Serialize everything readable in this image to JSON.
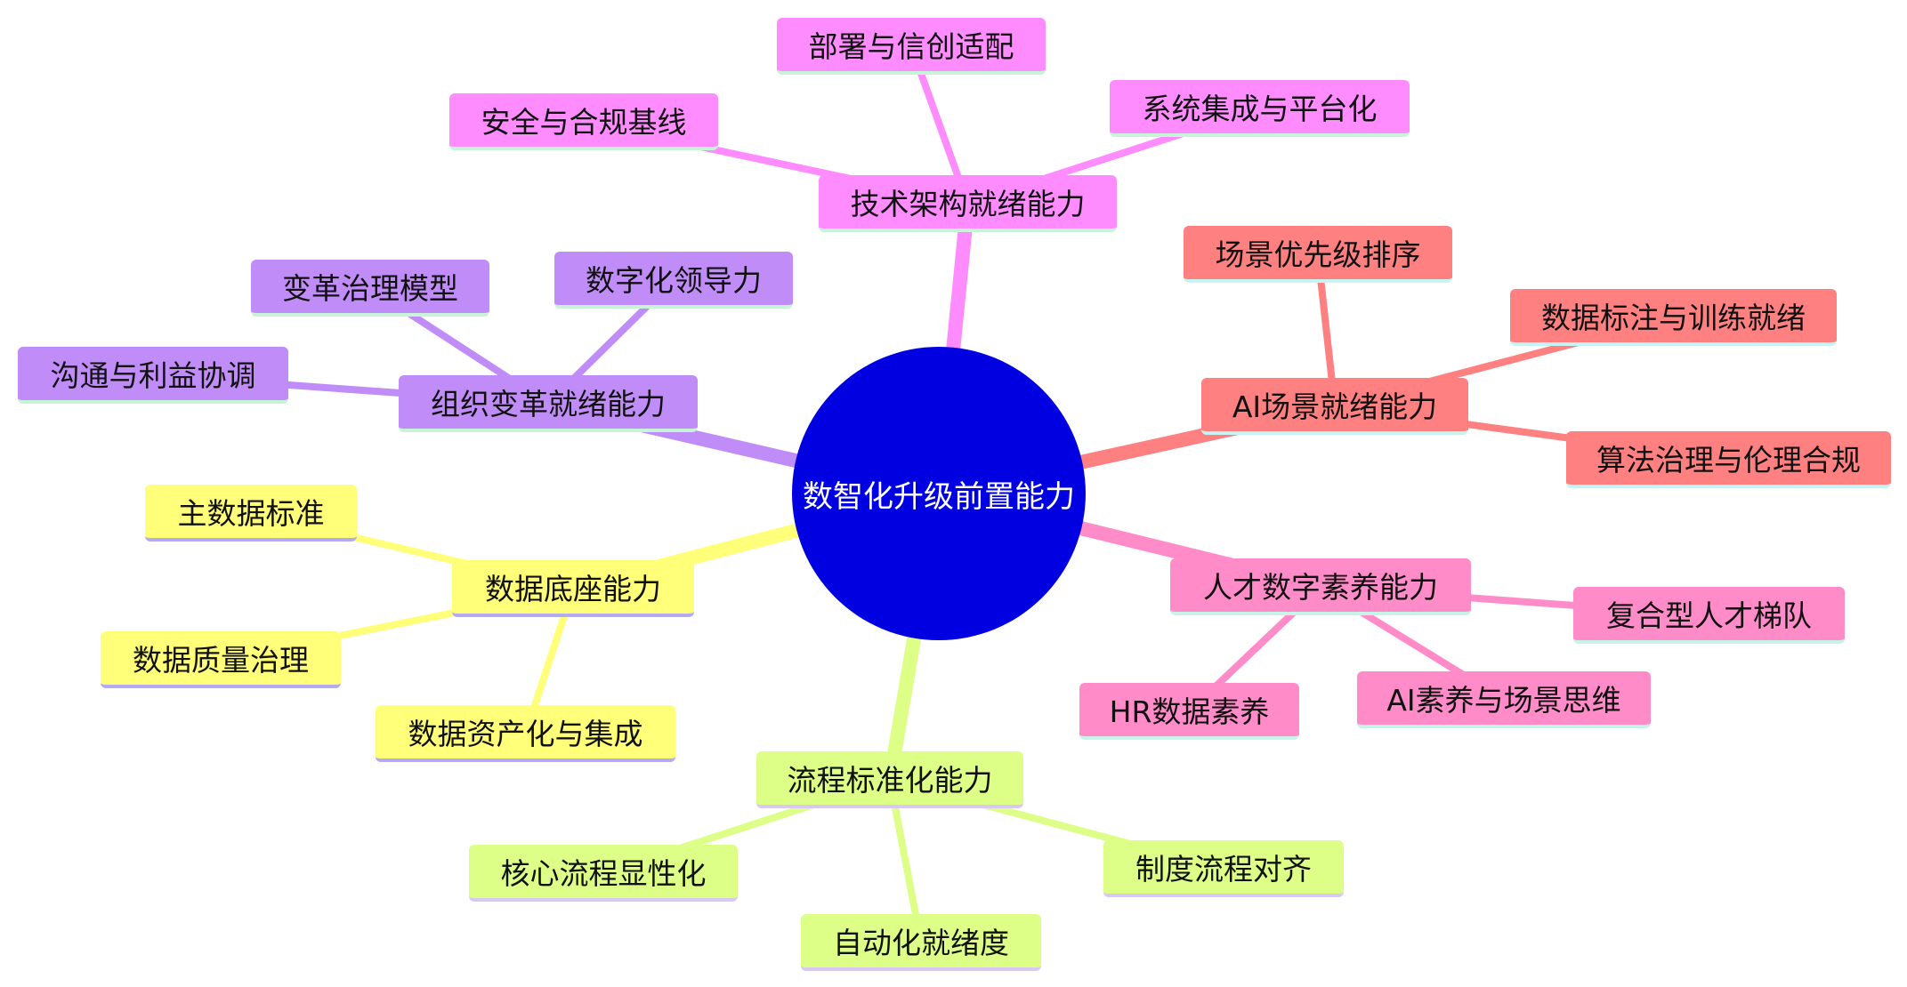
{
  "center": {
    "label": "数智化升级前置能力",
    "color": "#0000e0"
  },
  "branches": [
    {
      "id": "tech",
      "label": "技术架构就绪能力",
      "color": "#ff8cff",
      "underline": "#c7f3d8",
      "children": [
        {
          "label": "部署与信创适配"
        },
        {
          "label": "安全与合规基线"
        },
        {
          "label": "系统集成与平台化"
        }
      ]
    },
    {
      "id": "ai",
      "label": "AI场景就绪能力",
      "color": "#ff8080",
      "underline": "#c7f3f3",
      "children": [
        {
          "label": "场景优先级排序"
        },
        {
          "label": "数据标注与训练就绪"
        },
        {
          "label": "算法治理与伦理合规"
        }
      ]
    },
    {
      "id": "talent",
      "label": "人才数字素养能力",
      "color": "#ff8cc8",
      "underline": "#c7f3e8",
      "children": [
        {
          "label": "复合型人才梯队"
        },
        {
          "label": "AI素养与场景思维"
        },
        {
          "label": "HR数据素养"
        }
      ]
    },
    {
      "id": "process",
      "label": "流程标准化能力",
      "color": "#ddff88",
      "underline": "#d8c8f3",
      "children": [
        {
          "label": "制度流程对齐"
        },
        {
          "label": "自动化就绪度"
        },
        {
          "label": "核心流程显性化"
        }
      ]
    },
    {
      "id": "data",
      "label": "数据底座能力",
      "color": "#ffff7a",
      "underline": "#b3aaf0",
      "children": [
        {
          "label": "主数据标准"
        },
        {
          "label": "数据质量治理"
        },
        {
          "label": "数据资产化与集成"
        }
      ]
    },
    {
      "id": "org",
      "label": "组织变革就绪能力",
      "color": "#c08cf8",
      "underline": "#c7f3d8",
      "children": [
        {
          "label": "变革治理模型"
        },
        {
          "label": "数字化领导力"
        },
        {
          "label": "沟通与利益协调"
        }
      ]
    }
  ]
}
